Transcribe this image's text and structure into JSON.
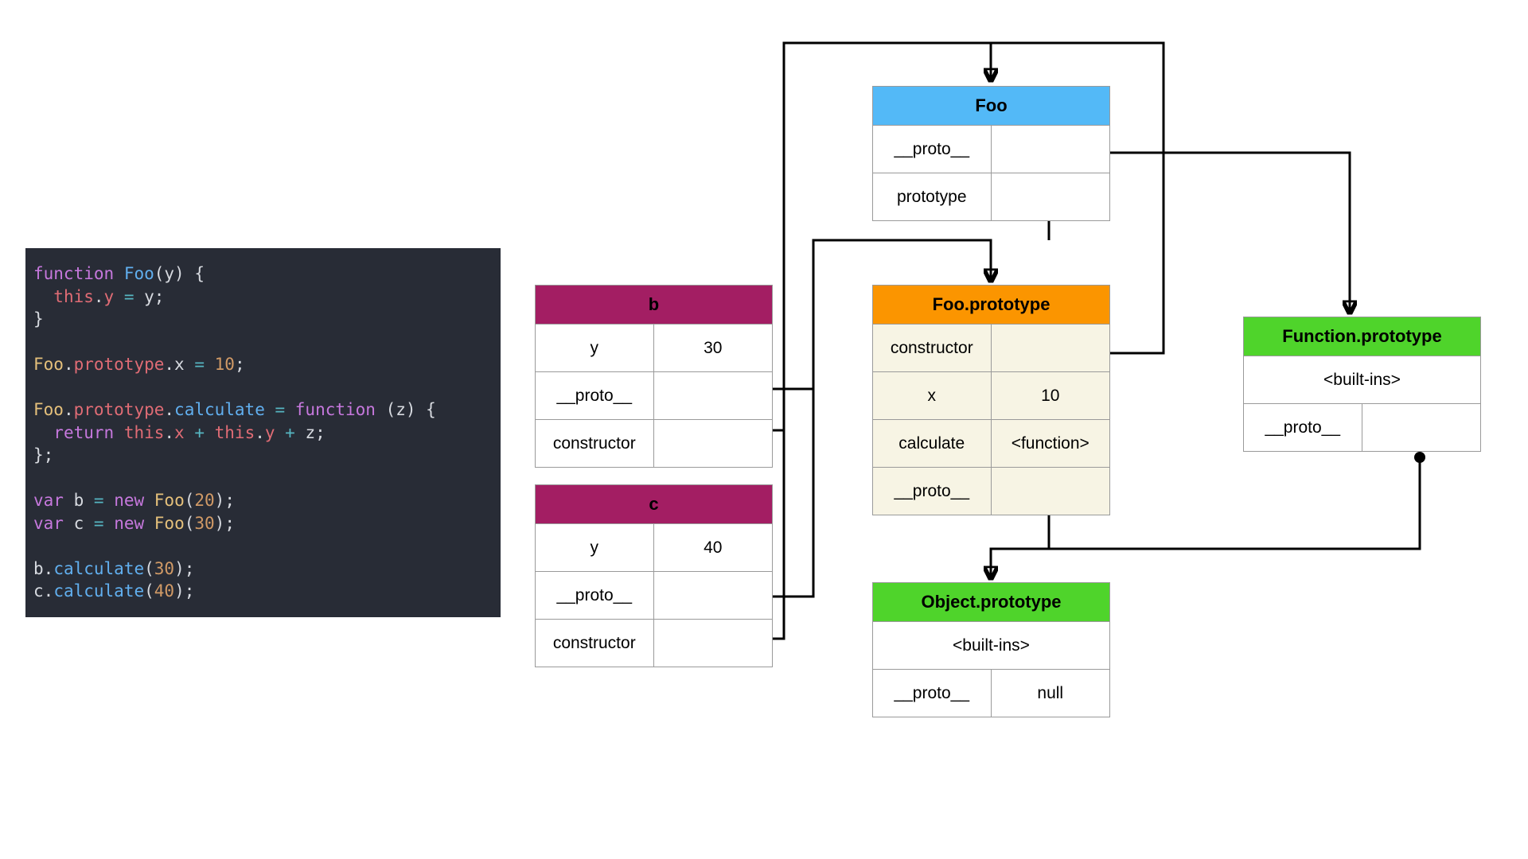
{
  "diagram": {
    "title": "JavaScript prototype chain diagram",
    "colors": {
      "code_bg": "#282c36",
      "header_pink": "#a31e63",
      "header_blue": "#53b9f7",
      "header_orange": "#fb9500",
      "header_green": "#4fd42b",
      "cell_cream": "#f7f4e4",
      "wire": "#000000"
    }
  },
  "code": {
    "lines": [
      [
        {
          "t": "function",
          "c": "kw"
        },
        {
          "t": " ",
          "c": "plain"
        },
        {
          "t": "Foo",
          "c": "fn"
        },
        {
          "t": "(y) {",
          "c": "plain"
        }
      ],
      [
        {
          "t": "  ",
          "c": "plain"
        },
        {
          "t": "this",
          "c": "this"
        },
        {
          "t": ".",
          "c": "punc"
        },
        {
          "t": "y",
          "c": "prop"
        },
        {
          "t": " = ",
          "c": "op"
        },
        {
          "t": "y;",
          "c": "plain"
        }
      ],
      [
        {
          "t": "}",
          "c": "plain"
        }
      ],
      [
        {
          "t": "",
          "c": "plain"
        }
      ],
      [
        {
          "t": "Foo",
          "c": "obj"
        },
        {
          "t": ".",
          "c": "punc"
        },
        {
          "t": "prototype",
          "c": "prop"
        },
        {
          "t": ".",
          "c": "punc"
        },
        {
          "t": "x",
          "c": "plain"
        },
        {
          "t": " = ",
          "c": "op"
        },
        {
          "t": "10",
          "c": "num"
        },
        {
          "t": ";",
          "c": "plain"
        }
      ],
      [
        {
          "t": "",
          "c": "plain"
        }
      ],
      [
        {
          "t": "Foo",
          "c": "obj"
        },
        {
          "t": ".",
          "c": "punc"
        },
        {
          "t": "prototype",
          "c": "prop"
        },
        {
          "t": ".",
          "c": "punc"
        },
        {
          "t": "calculate",
          "c": "fn"
        },
        {
          "t": " = ",
          "c": "op"
        },
        {
          "t": "function",
          "c": "kw"
        },
        {
          "t": " (z) {",
          "c": "plain"
        }
      ],
      [
        {
          "t": "  ",
          "c": "plain"
        },
        {
          "t": "return",
          "c": "kw"
        },
        {
          "t": " ",
          "c": "plain"
        },
        {
          "t": "this",
          "c": "this"
        },
        {
          "t": ".",
          "c": "punc"
        },
        {
          "t": "x",
          "c": "prop"
        },
        {
          "t": " + ",
          "c": "op"
        },
        {
          "t": "this",
          "c": "this"
        },
        {
          "t": ".",
          "c": "punc"
        },
        {
          "t": "y",
          "c": "prop"
        },
        {
          "t": " + ",
          "c": "op"
        },
        {
          "t": "z;",
          "c": "plain"
        }
      ],
      [
        {
          "t": "};",
          "c": "plain"
        }
      ],
      [
        {
          "t": "",
          "c": "plain"
        }
      ],
      [
        {
          "t": "var",
          "c": "kw"
        },
        {
          "t": " b ",
          "c": "plain"
        },
        {
          "t": "=",
          "c": "op"
        },
        {
          "t": " ",
          "c": "plain"
        },
        {
          "t": "new",
          "c": "kw"
        },
        {
          "t": " ",
          "c": "plain"
        },
        {
          "t": "Foo",
          "c": "obj"
        },
        {
          "t": "(",
          "c": "punc"
        },
        {
          "t": "20",
          "c": "num"
        },
        {
          "t": ");",
          "c": "punc"
        }
      ],
      [
        {
          "t": "var",
          "c": "kw"
        },
        {
          "t": " c ",
          "c": "plain"
        },
        {
          "t": "=",
          "c": "op"
        },
        {
          "t": " ",
          "c": "plain"
        },
        {
          "t": "new",
          "c": "kw"
        },
        {
          "t": " ",
          "c": "plain"
        },
        {
          "t": "Foo",
          "c": "obj"
        },
        {
          "t": "(",
          "c": "punc"
        },
        {
          "t": "30",
          "c": "num"
        },
        {
          "t": ");",
          "c": "punc"
        }
      ],
      [
        {
          "t": "",
          "c": "plain"
        }
      ],
      [
        {
          "t": "b",
          "c": "plain"
        },
        {
          "t": ".",
          "c": "punc"
        },
        {
          "t": "calculate",
          "c": "fn"
        },
        {
          "t": "(",
          "c": "punc"
        },
        {
          "t": "30",
          "c": "num"
        },
        {
          "t": ");",
          "c": "punc"
        }
      ],
      [
        {
          "t": "c",
          "c": "plain"
        },
        {
          "t": ".",
          "c": "punc"
        },
        {
          "t": "calculate",
          "c": "fn"
        },
        {
          "t": "(",
          "c": "punc"
        },
        {
          "t": "40",
          "c": "num"
        },
        {
          "t": ");",
          "c": "punc"
        }
      ]
    ]
  },
  "nodes": {
    "b": {
      "title": "b",
      "rows": [
        {
          "key": "y",
          "value": "30"
        },
        {
          "key": "__proto__",
          "value": ""
        },
        {
          "key": "constructor",
          "value": ""
        }
      ]
    },
    "c": {
      "title": "c",
      "rows": [
        {
          "key": "y",
          "value": "40"
        },
        {
          "key": "__proto__",
          "value": ""
        },
        {
          "key": "constructor",
          "value": ""
        }
      ]
    },
    "foo": {
      "title": "Foo",
      "rows": [
        {
          "key": "__proto__",
          "value": ""
        },
        {
          "key": "prototype",
          "value": ""
        }
      ]
    },
    "foo_prototype": {
      "title": "Foo.prototype",
      "rows": [
        {
          "key": "constructor",
          "value": ""
        },
        {
          "key": "x",
          "value": "10"
        },
        {
          "key": "calculate",
          "value": "<function>"
        },
        {
          "key": "__proto__",
          "value": ""
        }
      ]
    },
    "function_prototype": {
      "title": "Function.prototype",
      "builtins": "<built-ins>",
      "rows": [
        {
          "key": "__proto__",
          "value": ""
        }
      ]
    },
    "object_prototype": {
      "title": "Object.prototype",
      "builtins": "<built-ins>",
      "rows": [
        {
          "key": "__proto__",
          "value": "null"
        }
      ]
    }
  }
}
